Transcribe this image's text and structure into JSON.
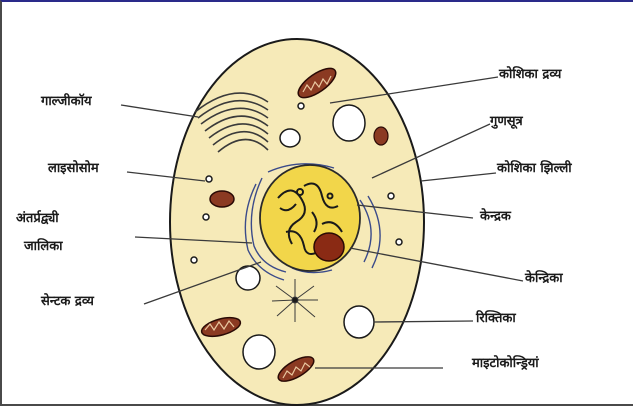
{
  "labels": {
    "golgi": "गाल्जीकॉय",
    "lysosome": "लाइसोसोम",
    "er_line1": "अंतर्प्रद्व्यी",
    "er_line2": "जालिका",
    "centrosome": "सेन्टक द्रव्य",
    "cytoplasm": "कोशिका द्रव्य",
    "chromatin": "गुणसूत्र",
    "cell_membrane": "कोशिका झिल्ली",
    "nucleus": "केन्द्रक",
    "nucleolus": "केन्द्रिका",
    "vacuole": "रिक्तिका",
    "mitochondria": "माइटोकोन्ड्रियां"
  },
  "colors": {
    "cytoplasm_fill": "#f6eab8",
    "nucleus_fill": "#f2d64a",
    "nucleolus_fill": "#8a2a14",
    "mitochondria_fill": "#8b3a22",
    "outline": "#1a1a1a"
  }
}
